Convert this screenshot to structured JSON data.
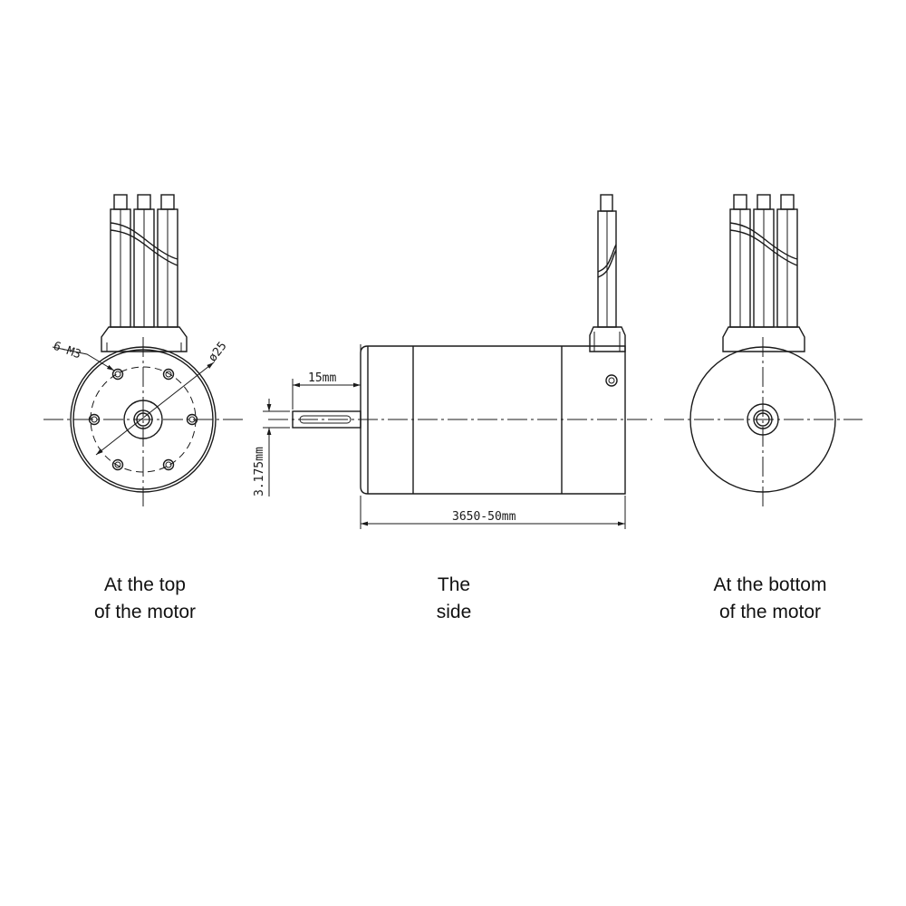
{
  "views": {
    "top": {
      "caption_line1": "At the top",
      "caption_line2": "of the motor",
      "hole_callout": "6-M3",
      "diameter_callout": "ø25"
    },
    "side": {
      "caption_line1": "The",
      "caption_line2": "side",
      "shaft_length": "15mm",
      "shaft_diameter": "3.175mm",
      "body_length": "3650-50mm"
    },
    "bottom": {
      "caption_line1": "At the bottom",
      "caption_line2": "of the motor"
    }
  },
  "colors": {
    "line": "#1a1a1a",
    "background": "#ffffff"
  }
}
